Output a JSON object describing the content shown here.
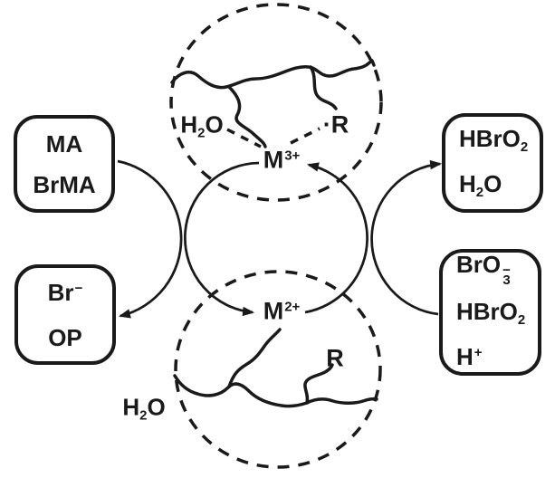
{
  "colors": {
    "background": "#ffffff",
    "ink": "#1a1a1a"
  },
  "boxes": {
    "ma_brma": {
      "line1": "MA",
      "line2": "BrMA"
    },
    "br_op": {
      "line1_base": "Br",
      "line1_sup": "−",
      "line2": "OP"
    },
    "hbro2_h2o": {
      "line1_base": "HBrO",
      "line1_sub": "2",
      "line2_h": "H",
      "line2_sub": "2",
      "line2_o": "O"
    },
    "bro3_hbro2_h": {
      "line1_base": "BrO",
      "line1_sup": "−",
      "line1_sub": "3",
      "line2_base": "HBrO",
      "line2_sub": "2",
      "line3_base": "H",
      "line3_sup": "+"
    }
  },
  "labels": {
    "h2o_top_h": "H",
    "h2o_top_sub": "2",
    "h2o_top_o": "O",
    "radical_r": "·R",
    "m3_base": "M",
    "m3_sup": "3+",
    "m2_base": "M",
    "m2_sup": "2+",
    "r_bottom": "R",
    "h2o_bottom_h": "H",
    "h2o_bottom_sub": "2",
    "h2o_bottom_o": "O"
  }
}
